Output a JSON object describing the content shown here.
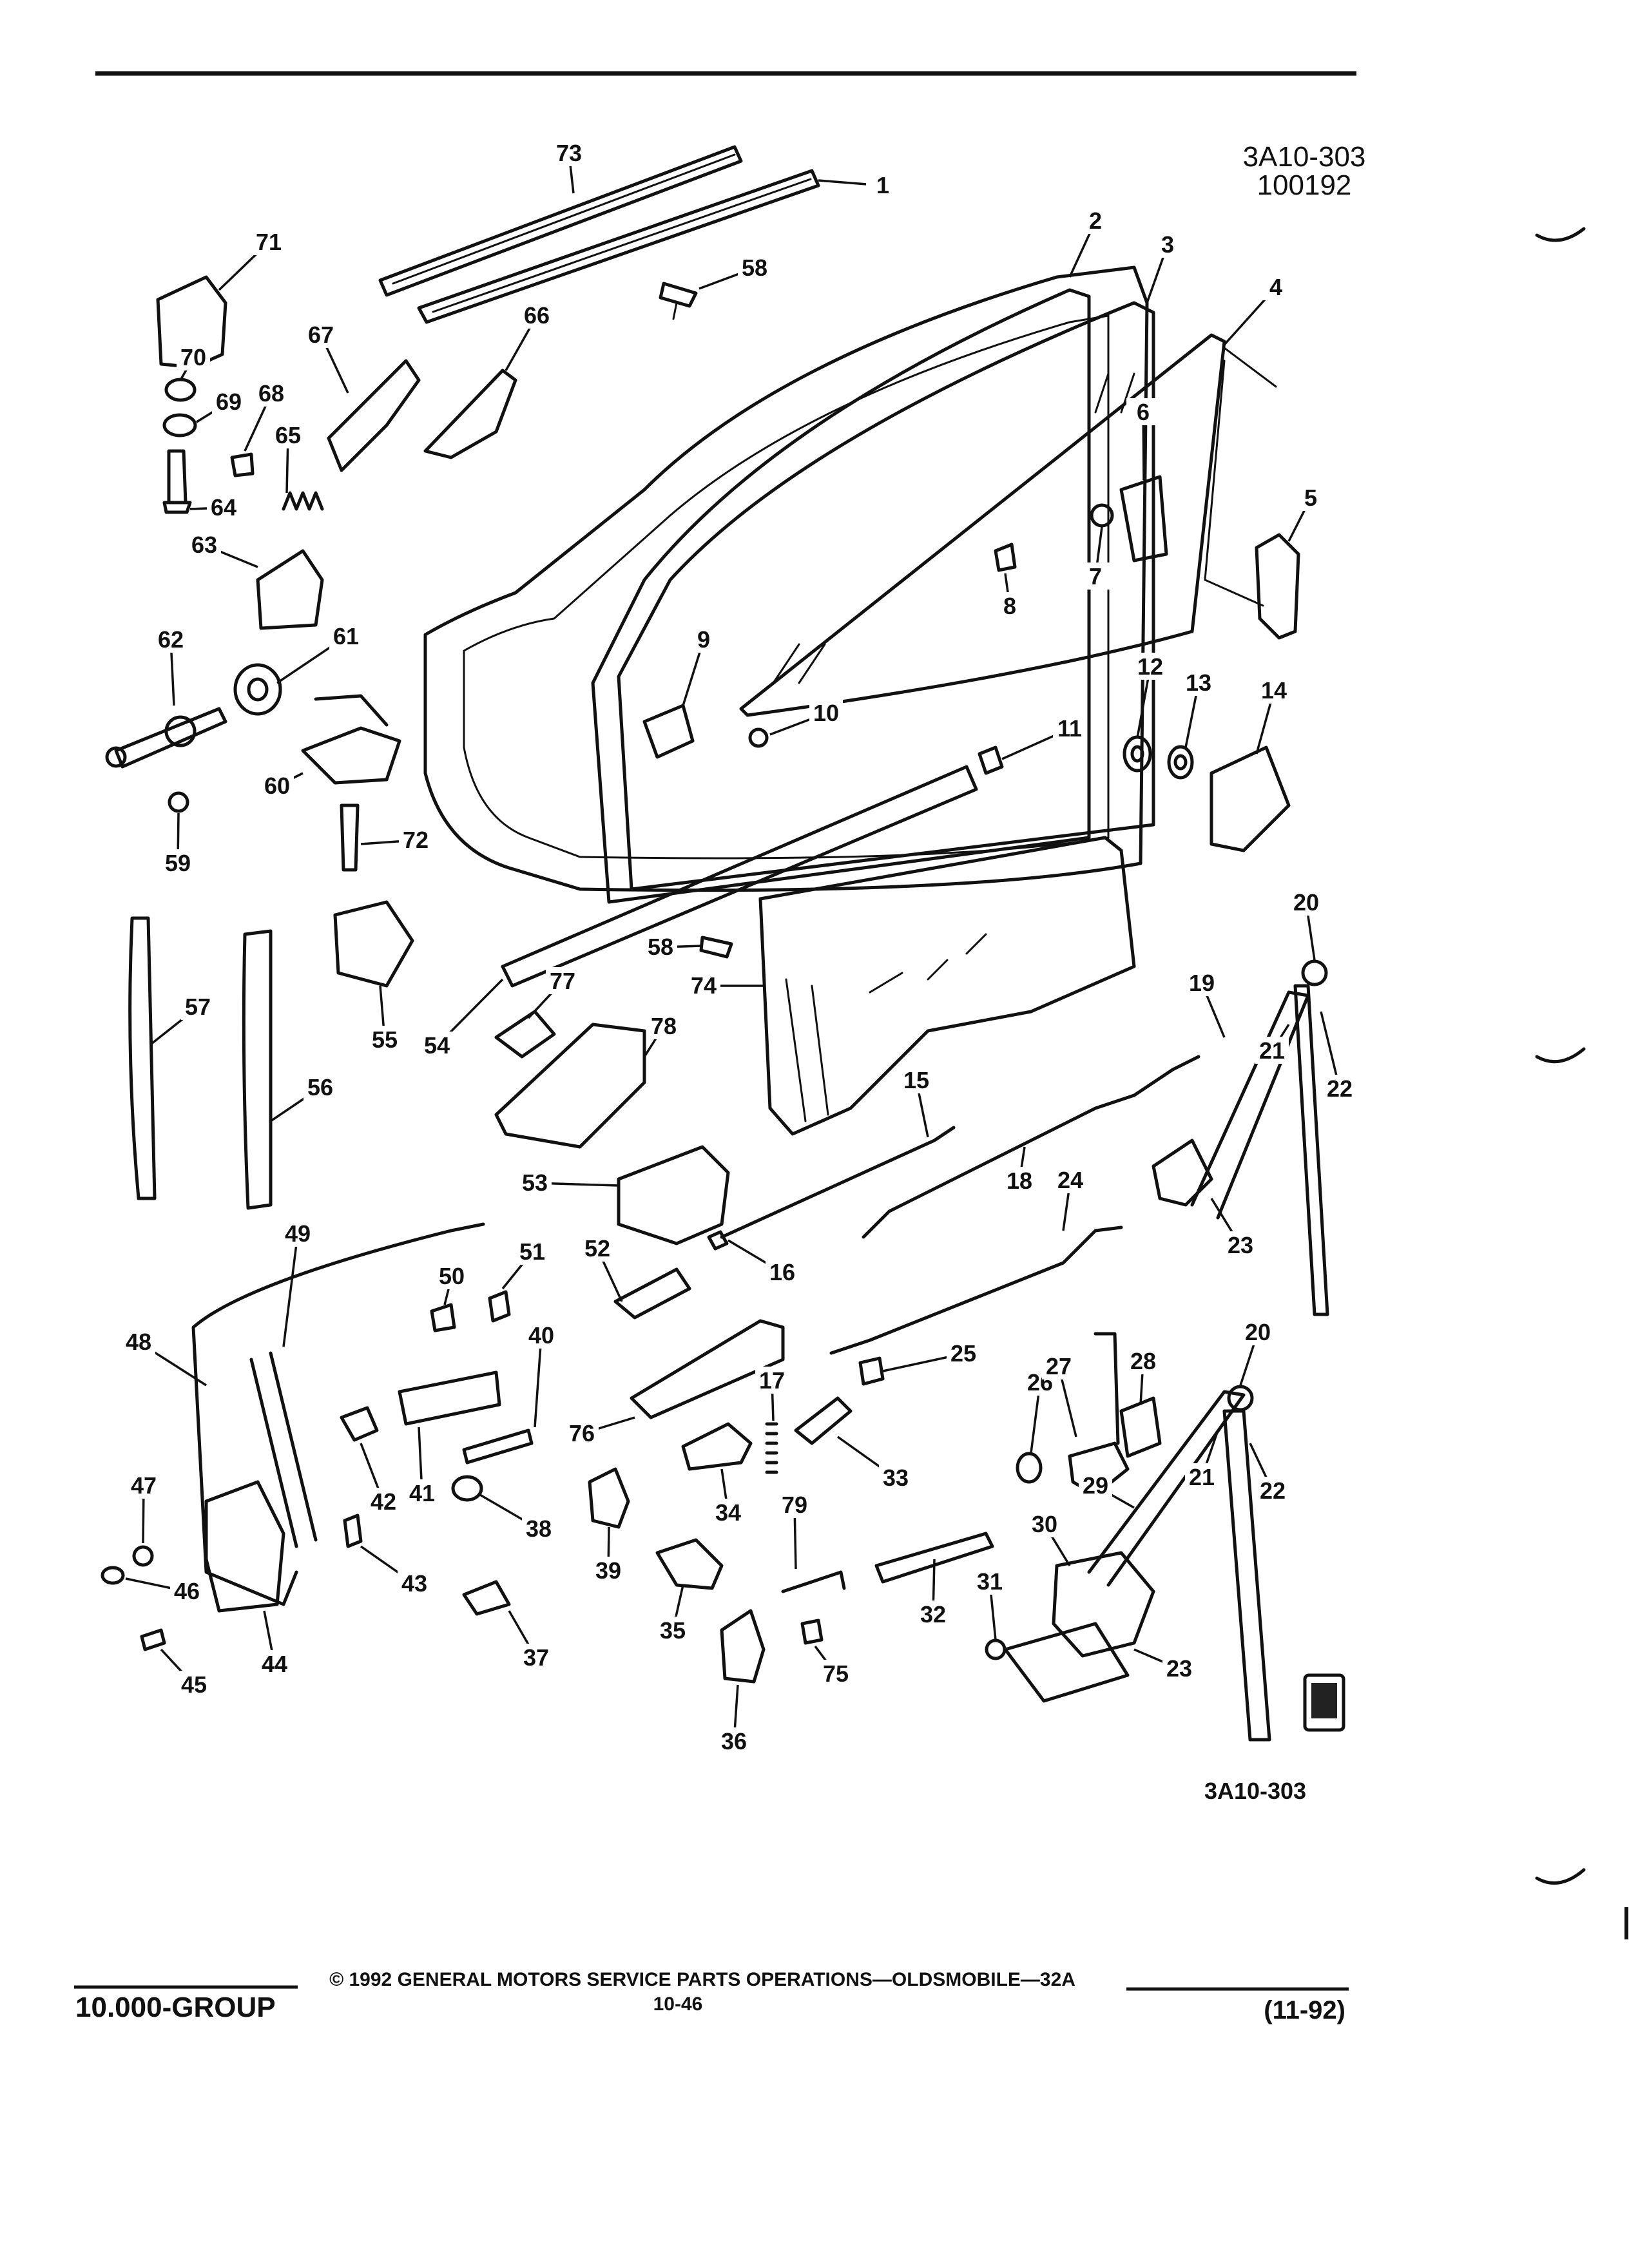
{
  "header": {
    "code": "3A10-303",
    "date_code": "100192"
  },
  "diagram": {
    "figure_code": "3A10-303",
    "callouts": [
      "1",
      "2",
      "3",
      "4",
      "5",
      "6",
      "7",
      "8",
      "9",
      "10",
      "11",
      "12",
      "13",
      "14",
      "15",
      "16",
      "17",
      "18",
      "19",
      "20",
      "21",
      "22",
      "23",
      "24",
      "25",
      "26",
      "27",
      "28",
      "29",
      "30",
      "31",
      "32",
      "33",
      "34",
      "35",
      "36",
      "37",
      "38",
      "39",
      "40",
      "41",
      "42",
      "43",
      "44",
      "45",
      "46",
      "47",
      "48",
      "49",
      "50",
      "51",
      "52",
      "53",
      "54",
      "55",
      "56",
      "57",
      "58",
      "59",
      "60",
      "61",
      "62",
      "63",
      "64",
      "65",
      "66",
      "67",
      "68",
      "69",
      "70",
      "71",
      "72",
      "73",
      "74",
      "75",
      "76",
      "77",
      "78",
      "79"
    ],
    "extra_callouts": [
      "20",
      "21",
      "22",
      "23",
      "58"
    ]
  },
  "footer": {
    "group": "10.000-GROUP",
    "copyright": "© 1992 GENERAL MOTORS SERVICE PARTS OPERATIONS—OLDSMOBILE—32A",
    "page": "10-46",
    "revision": "(11-92)"
  }
}
